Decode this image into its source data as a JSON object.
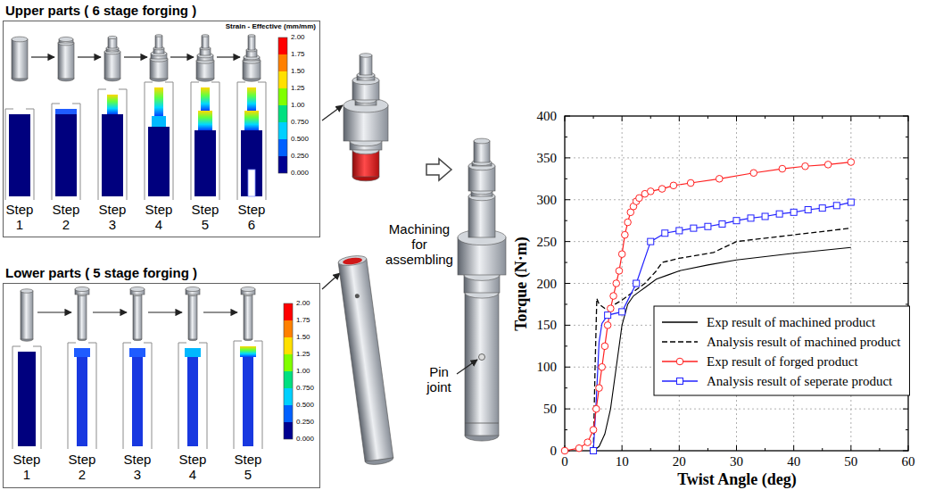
{
  "diagram": {
    "nodes": [
      {
        "text": [
          "Upper parts ( 6 stage forging )"
        ]
      },
      {
        "text": [
          "Lower parts ( 5 stage forging )"
        ]
      }
    ],
    "labels": [
      "Step 1",
      "Step 2",
      "Step 3",
      "Step 4",
      "Step 5",
      "Step 6",
      "Strain - Effective (mm/mm)",
      "2.00",
      "1.75",
      "1.50",
      "1.25",
      "1.00",
      "0.750",
      "0.500",
      "0.250",
      "0.000",
      "Step 1",
      "Step 2",
      "Step 3",
      "Step 4",
      "Step 5",
      "2.00",
      "1.75",
      "1.50",
      "1.25",
      "1.00",
      "0.750",
      "0.500",
      "0.250",
      "0.000",
      "Machining for assembling",
      "Pin joint",
      "0",
      "50",
      "100",
      "150",
      "200",
      "250",
      "300",
      "350",
      "400",
      "0",
      "10",
      "20",
      "30",
      "40",
      "50",
      "60",
      "Torque (N·m)",
      "Twist Angle (deg)"
    ],
    "legend": [
      {
        "text": "Exp result of machined product"
      },
      {
        "text": "Analysis result of machined product"
      },
      {
        "text": "Exp result of forged product"
      },
      {
        "text": "Analysis result of seperate product"
      }
    ]
  }
}
